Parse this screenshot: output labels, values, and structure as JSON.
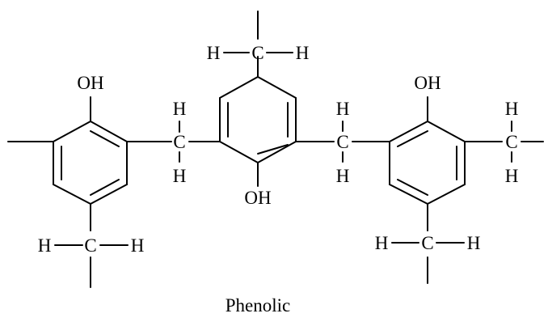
{
  "diagram": {
    "caption": "Phenolic",
    "atoms": {
      "hydroxyl_label": "OH",
      "hydrogen_label": "H",
      "carbon_label": "C"
    },
    "colors": {
      "ink": "#000000",
      "background": "#ffffff"
    }
  }
}
